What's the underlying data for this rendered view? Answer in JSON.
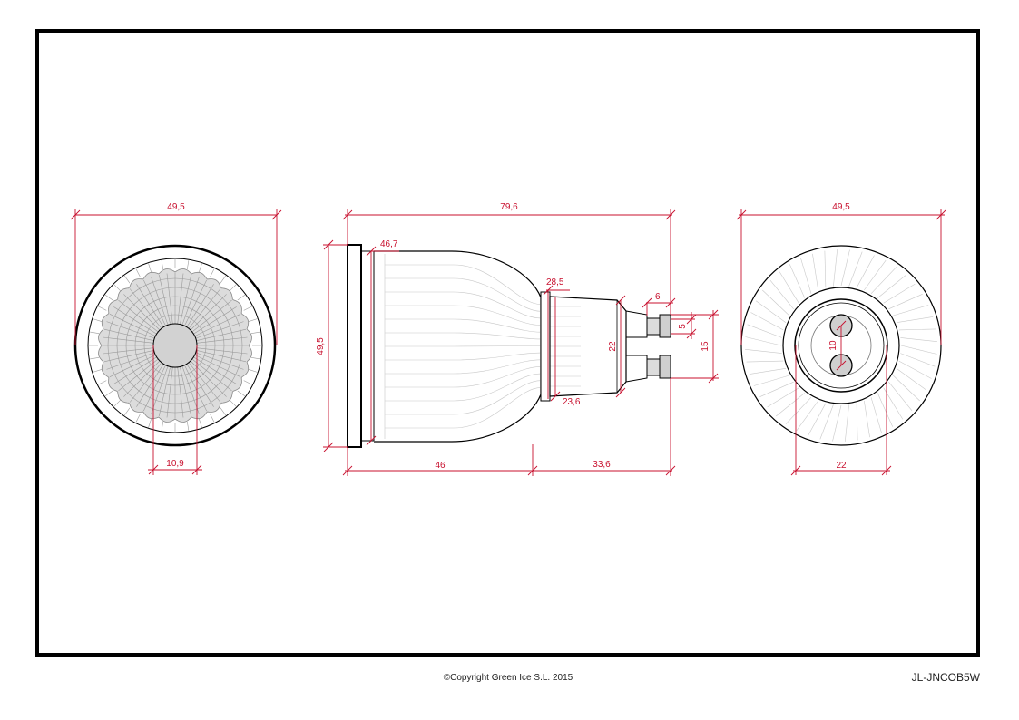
{
  "copyright": "©Copyright Green Ice S.L. 2015",
  "model_code": "JL-JNCOB5W",
  "dimensions": {
    "front_diameter": "49,5",
    "front_center": "10,9",
    "side_length": "79,6",
    "side_diameter": "49,5",
    "side_inner": "46,7",
    "side_neck_top": "28,5",
    "side_neck_bottom": "23,6",
    "side_base_dia": "22",
    "side_pin_len": "6",
    "side_pin_dia": "5",
    "side_pin_span": "15",
    "side_body": "46",
    "side_rear": "33,6",
    "back_diameter": "49,5",
    "back_base": "22",
    "back_pin_spacing": "10"
  }
}
